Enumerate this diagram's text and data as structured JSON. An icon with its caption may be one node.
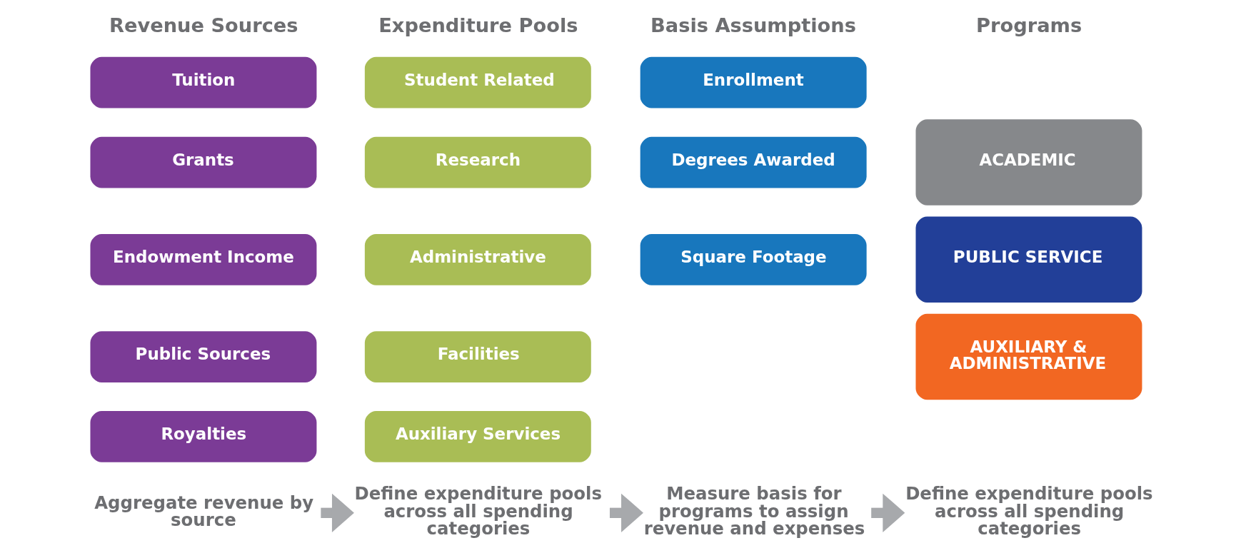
{
  "diagram": {
    "nodes": [
      {
        "text": [
          "Tuition"
        ]
      },
      {
        "text": [
          "Grants"
        ]
      },
      {
        "text": [
          "Endowment Income"
        ]
      },
      {
        "text": [
          "Public Sources"
        ]
      },
      {
        "text": [
          "Royalties"
        ]
      },
      {
        "text": [
          "Student Related"
        ]
      },
      {
        "text": [
          "Research"
        ]
      },
      {
        "text": [
          "Administrative"
        ]
      },
      {
        "text": [
          "Facilities"
        ]
      },
      {
        "text": [
          "Auxiliary Services"
        ]
      },
      {
        "text": [
          "Enrollment"
        ]
      },
      {
        "text": [
          "Degrees Awarded"
        ]
      },
      {
        "text": [
          "Square Footage"
        ]
      },
      {
        "text": [
          "ACADEMIC"
        ]
      },
      {
        "text": [
          "PUBLIC SERVICE"
        ]
      },
      {
        "text": [
          "AUXILIARY & ADMINISTRATIVE"
        ]
      },
      {
        "text": [
          "Aggregate revenue by source"
        ]
      },
      {
        "text": [
          "Define expenditure pools across all spending categories"
        ]
      },
      {
        "text": [
          "Measure basis for programs to assign revenue and expenses"
        ]
      },
      {
        "text": [
          "Define expenditure pools across all spending categories"
        ]
      }
    ],
    "edges": [
      {
        "from": 16,
        "to": 17,
        "arrow": "to"
      },
      {
        "from": 17,
        "to": 18,
        "arrow": "to"
      },
      {
        "from": 18,
        "to": 19,
        "arrow": "to"
      }
    ],
    "labels": [
      "Revenue Sources",
      "Expenditure Pools",
      "Basis Assumptions",
      "Programs"
    ]
  }
}
